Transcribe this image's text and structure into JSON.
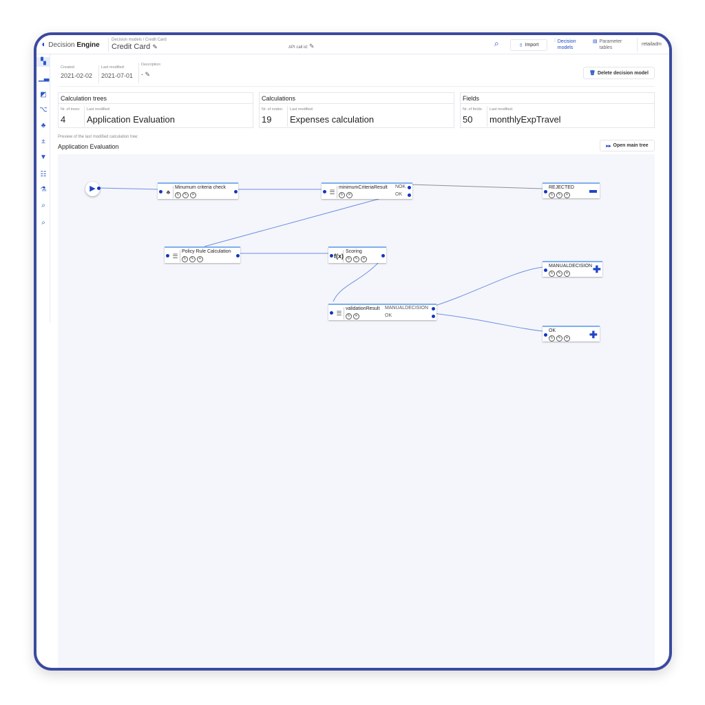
{
  "header": {
    "brand_light": "Decision ",
    "brand_bold": "Engine",
    "breadcrumb": [
      "Decision models",
      "/",
      "Credit Card"
    ],
    "title": "Credit Card",
    "api_call_label": "API call id:",
    "import_label": "Import",
    "nav_decision_models": "Decision models",
    "nav_parameter_tables": "Parameter tables",
    "user": "retailadm"
  },
  "meta": {
    "created_label": "Created:",
    "created": "2021-02-02",
    "modified_label": "Last modified:",
    "modified": "2021-07-01",
    "description_label": "Description:",
    "description": "-",
    "delete_label": "Delete decision model"
  },
  "cards": [
    {
      "title": "Calculation trees",
      "count_label": "Nr. of trees:",
      "count": "4",
      "modified_label": "Last modified:",
      "modified": "Application Evaluation"
    },
    {
      "title": "Calculations",
      "count_label": "Nr. of nodes:",
      "count": "19",
      "modified_label": "Last modified:",
      "modified": "Expenses calculation"
    },
    {
      "title": "Fields",
      "count_label": "Nr. of fields:",
      "count": "50",
      "modified_label": "Last modified:",
      "modified": "monthlyExpTravel"
    }
  ],
  "preview": {
    "caption": "Preview of the last modified calculation tree:",
    "title": "Application Evaluation",
    "open_label": "Open main tree"
  },
  "nodes": {
    "n1": "Minumum criteria check",
    "n2": "minimumCriteriaResult",
    "n2_out1": "NOK",
    "n2_out2": "OK",
    "n3": "REJECTED",
    "n4": "Policy Rule Calculation",
    "n5": "Scoring",
    "n6": "validationResult",
    "n6_out1": "MANUALDECISION",
    "n6_out2": "OK",
    "n7": "MANUALDECISION",
    "n8": "OK"
  },
  "colors": {
    "accent": "#1d46c8",
    "frame": "#3b4a9e",
    "canvas": "#f4f6fb"
  }
}
